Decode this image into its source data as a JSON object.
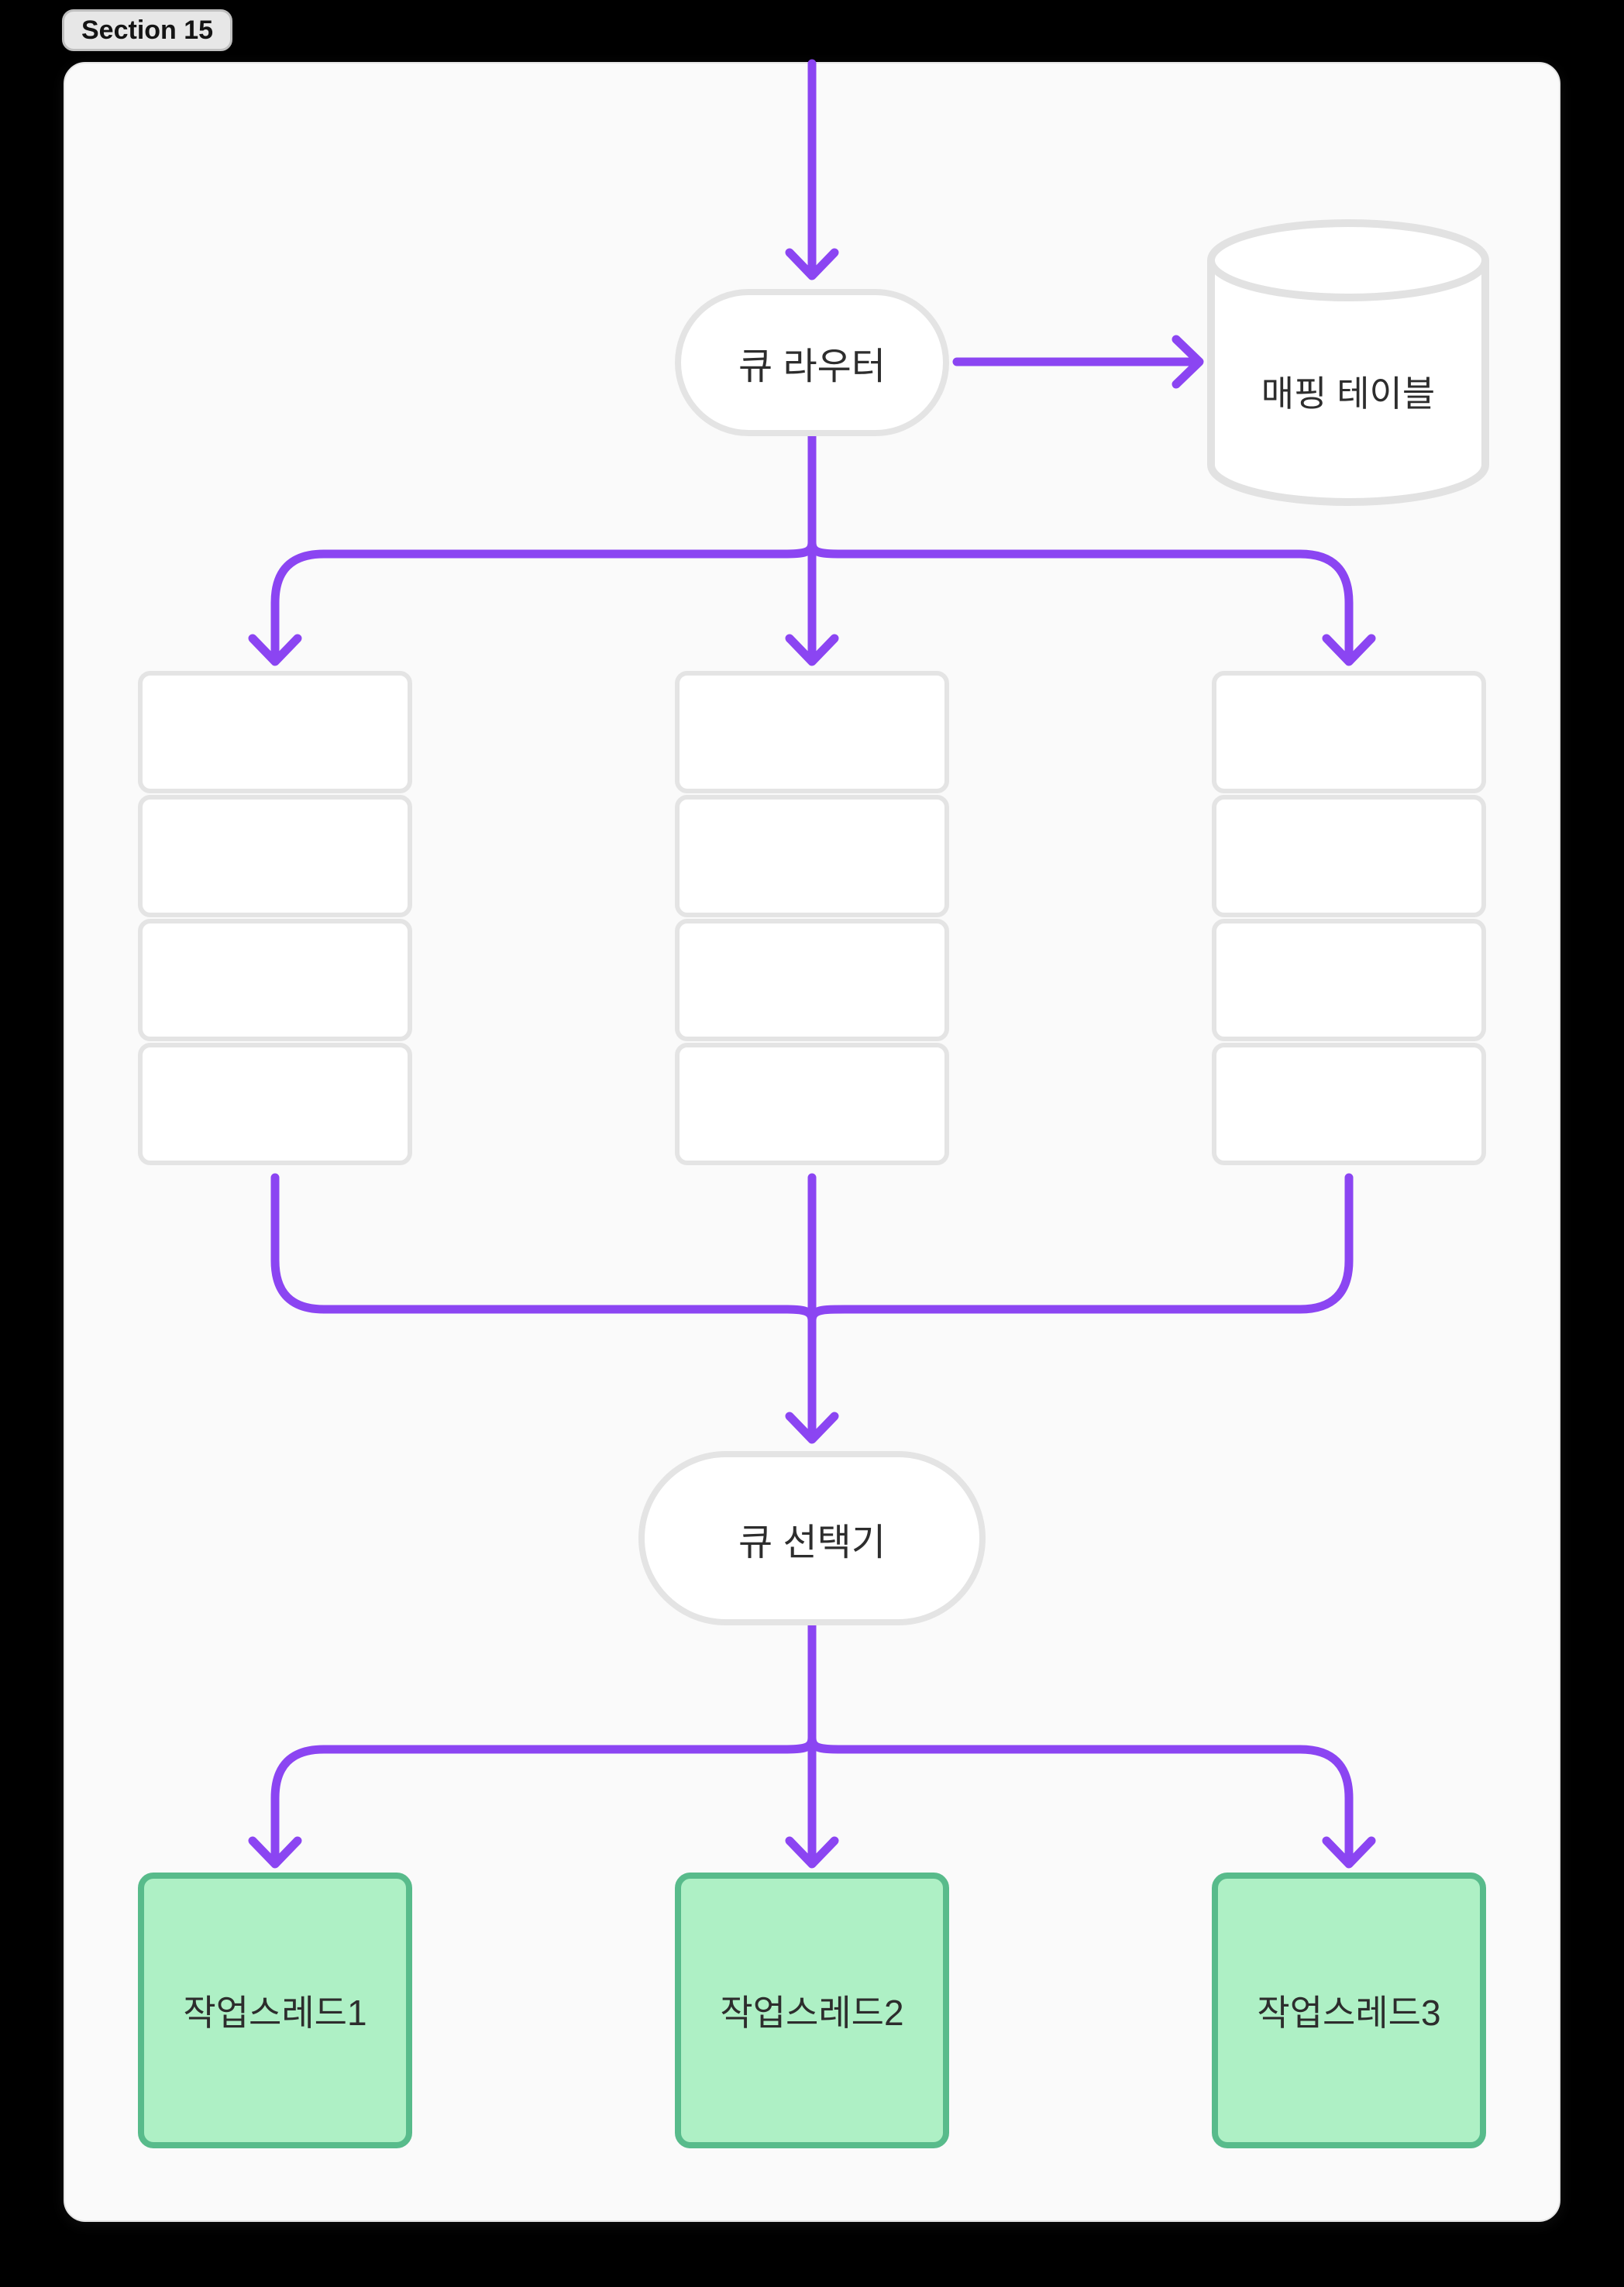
{
  "section_badge": {
    "label": "Section 15"
  },
  "colors": {
    "page_bg": "#000000",
    "canvas_bg": "#fafafa",
    "connector": "#8b45f2",
    "node_fill": "#ffffff",
    "node_border": "#e4e4e4",
    "worker_fill": "#aef0c5",
    "worker_border": "#58bb8b",
    "text": "#2d2d2d"
  },
  "nodes": {
    "queue_router": {
      "label": "큐 라우터",
      "shape": "stadium"
    },
    "mapping_table": {
      "label": "매핑 테이블",
      "shape": "cylinder"
    },
    "queue_selector": {
      "label": "큐 선택기",
      "shape": "stadium"
    },
    "workers": [
      {
        "label": "작업스레드1"
      },
      {
        "label": "작업스레드2"
      },
      {
        "label": "작업스레드3"
      }
    ]
  },
  "queues": {
    "columns": 3,
    "slots_per_column": 4
  },
  "edges": [
    {
      "from": "input",
      "to": "queue-router"
    },
    {
      "from": "queue-router",
      "to": "mapping-table"
    },
    {
      "from": "queue-router",
      "to": "queue-column-1"
    },
    {
      "from": "queue-router",
      "to": "queue-column-2"
    },
    {
      "from": "queue-router",
      "to": "queue-column-3"
    },
    {
      "from": "queue-column-1",
      "to": "queue-selector"
    },
    {
      "from": "queue-column-2",
      "to": "queue-selector"
    },
    {
      "from": "queue-column-3",
      "to": "queue-selector"
    },
    {
      "from": "queue-selector",
      "to": "worker-thread-1"
    },
    {
      "from": "queue-selector",
      "to": "worker-thread-2"
    },
    {
      "from": "queue-selector",
      "to": "worker-thread-3"
    }
  ]
}
